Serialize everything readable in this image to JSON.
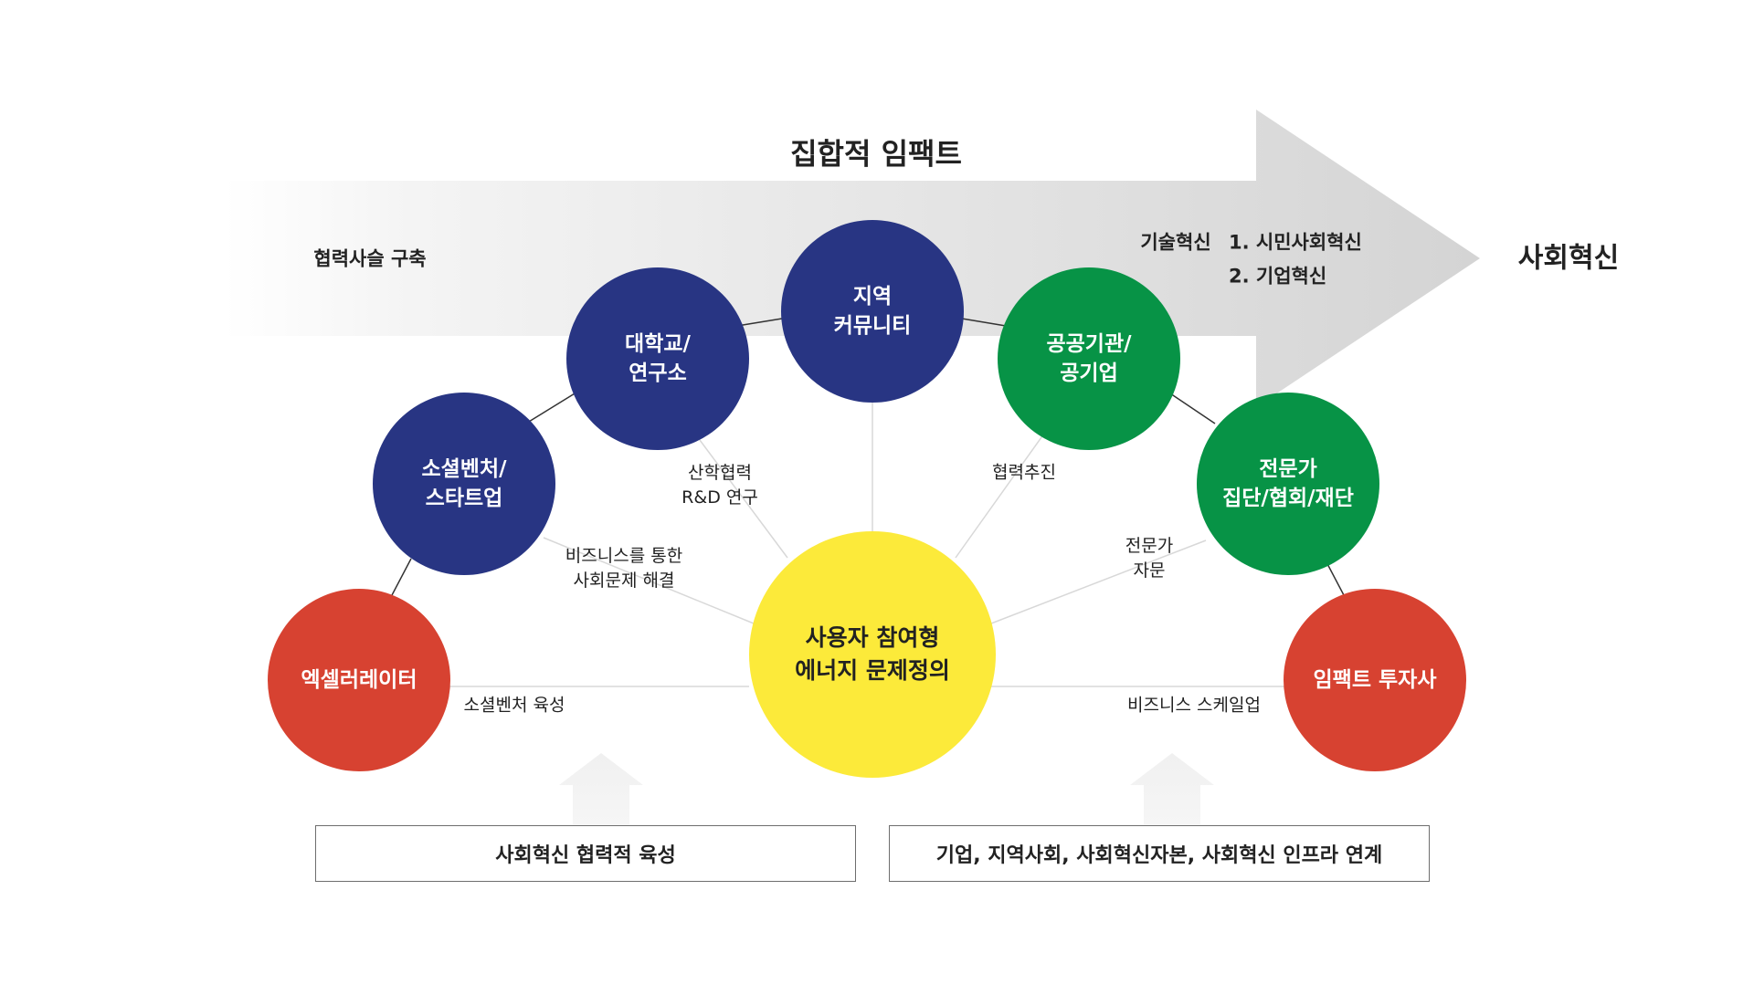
{
  "title": "집합적 임팩트",
  "result": "사회혁신",
  "arrow_left_label": "협력사슬 구축",
  "arrow_right_label": "기술혁신",
  "innovation_list": [
    "1. 시민사회혁신",
    "2. 기업혁신"
  ],
  "center": {
    "text": "사용자 참여형\n에너지 문제정의",
    "color": "#fcea3a"
  },
  "colors": {
    "navy": "#283583",
    "green": "#079346",
    "red": "#d74231",
    "yellow": "#fcea3a",
    "line": "#d8d8d8",
    "connector": "#333333",
    "box_border": "#6e6e6e"
  },
  "nodes": [
    {
      "id": "accelerator",
      "text": "엑셀러레이터",
      "color": "red"
    },
    {
      "id": "social-venture",
      "text": "소셜벤처/\n스타트업",
      "color": "navy"
    },
    {
      "id": "university",
      "text": "대학교/\n연구소",
      "color": "navy"
    },
    {
      "id": "community",
      "text": "지역\n커뮤니티",
      "color": "navy"
    },
    {
      "id": "public",
      "text": "공공기관/\n공기업",
      "color": "green"
    },
    {
      "id": "expert",
      "text": "전문가\n집단/협회/재단",
      "color": "green"
    },
    {
      "id": "impact-investor",
      "text": "임팩트 투자사",
      "color": "red"
    }
  ],
  "link_labels": [
    {
      "id": "incubate",
      "text": "소셜벤처 육성"
    },
    {
      "id": "business",
      "text": "비즈니스를 통한\n사회문제 해결"
    },
    {
      "id": "industry",
      "text": "산학협력\nR&D 연구"
    },
    {
      "id": "cooperate",
      "text": "협력추진"
    },
    {
      "id": "advice",
      "text": "전문가\n자문"
    },
    {
      "id": "scaleup",
      "text": "비즈니스 스케일업"
    }
  ],
  "bottom_boxes": [
    {
      "text": "사회혁신 협력적 육성"
    },
    {
      "text": "기업, 지역사회, 사회혁신자본, 사회혁신 인프라 연계"
    }
  ]
}
